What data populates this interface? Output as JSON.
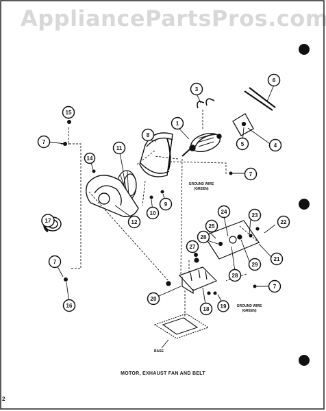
{
  "watermark": "AppliancePartsPros.com",
  "caption": "MOTOR, EXHAUST FAN AND BELT",
  "page_number": "2",
  "labels": {
    "ground_wire_top": "GROUND WIRE",
    "ground_wire_top_color": "(GREEN)",
    "ground_wire_bottom": "GROUND WIRE",
    "ground_wire_bottom_color": "(GREEN)",
    "base": "BASE"
  },
  "callouts": [
    "1",
    "3",
    "4",
    "5",
    "6",
    "7",
    "8",
    "9",
    "10",
    "11",
    "12",
    "14",
    "15",
    "16",
    "17",
    "18",
    "19",
    "20",
    "21",
    "22",
    "23",
    "24",
    "25",
    "26",
    "27",
    "28",
    "29"
  ]
}
